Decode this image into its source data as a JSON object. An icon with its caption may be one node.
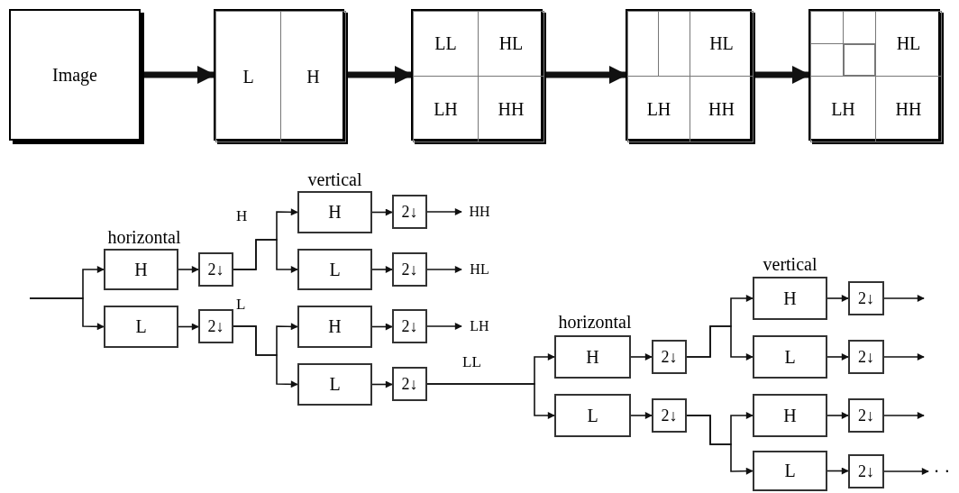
{
  "diagram": {
    "nodes": [
      {
        "text": [
          "Image"
        ]
      },
      {
        "text": [],
        "shape": "box"
      },
      {
        "text": [
          "L"
        ],
        "in": 1
      },
      {
        "text": [
          "H"
        ],
        "in": 1
      },
      {
        "text": [],
        "shape": "box"
      },
      {
        "text": [
          "LL"
        ],
        "in": 4
      },
      {
        "text": [
          "HL"
        ],
        "in": 4
      },
      {
        "text": [
          "LH"
        ],
        "in": 4
      },
      {
        "text": [
          "HH"
        ],
        "in": 4
      },
      {
        "text": [],
        "shape": "box"
      },
      {
        "text": [],
        "shape": "box",
        "in": 9
      },
      {
        "text": [],
        "shape": "box",
        "in": 9
      },
      {
        "text": [
          "HL"
        ],
        "in": 9
      },
      {
        "text": [
          "LH"
        ],
        "in": 9
      },
      {
        "text": [
          "HH"
        ],
        "in": 9
      },
      {
        "text": [],
        "shape": "box"
      },
      {
        "text": [],
        "shape": "box",
        "in": 15
      },
      {
        "text": [],
        "shape": "box",
        "in": 15
      },
      {
        "text": [],
        "shape": "box",
        "in": 15
      },
      {
        "text": [],
        "shape": "box",
        "in": 15
      },
      {
        "text": [
          "HL"
        ],
        "in": 15
      },
      {
        "text": [
          "LH"
        ],
        "in": 15
      },
      {
        "text": [
          "HH"
        ],
        "in": 15
      },
      {
        "text": [
          "H"
        ]
      },
      {
        "text": [
          "L"
        ]
      },
      {
        "text": [
          "2↓"
        ]
      },
      {
        "text": [
          "2↓"
        ]
      },
      {
        "text": [
          "H"
        ]
      },
      {
        "text": [
          "L"
        ]
      },
      {
        "text": [
          "H"
        ]
      },
      {
        "text": [
          "L"
        ]
      },
      {
        "text": [
          "2↓"
        ]
      },
      {
        "text": [
          "2↓"
        ]
      },
      {
        "text": [
          "2↓"
        ]
      },
      {
        "text": [
          "2↓"
        ]
      },
      {
        "text": [
          "HH"
        ]
      },
      {
        "text": [
          "HL"
        ]
      },
      {
        "text": [
          "LH"
        ]
      },
      {
        "text": [
          "H"
        ]
      },
      {
        "text": [
          "L"
        ]
      },
      {
        "text": [
          "2↓"
        ]
      },
      {
        "text": [
          "2↓"
        ]
      },
      {
        "text": [
          "H"
        ]
      },
      {
        "text": [
          "L"
        ]
      },
      {
        "text": [
          "H"
        ]
      },
      {
        "text": [
          "L"
        ]
      },
      {
        "text": [
          "2↓"
        ]
      },
      {
        "text": [
          "2↓"
        ]
      },
      {
        "text": [
          "2↓"
        ]
      },
      {
        "text": [
          "2↓"
        ]
      },
      {
        "text": [
          "· ·"
        ]
      }
    ],
    "edges": [
      {
        "from": 0,
        "to": 1,
        "arrow": "to",
        "style": "thick"
      },
      {
        "from": 1,
        "to": 4,
        "arrow": "to",
        "style": "thick"
      },
      {
        "from": 4,
        "to": 9,
        "arrow": "to",
        "style": "thick"
      },
      {
        "from": 9,
        "to": 15,
        "arrow": "to",
        "style": "thick"
      },
      {
        "from": null,
        "to": 23,
        "arrow": "to"
      },
      {
        "from": null,
        "to": 24,
        "arrow": "to"
      },
      {
        "from": 23,
        "to": 25,
        "arrow": "to"
      },
      {
        "from": 24,
        "to": 26,
        "arrow": "to"
      },
      {
        "from": 25,
        "to": 27,
        "arrow": "to",
        "label": "H"
      },
      {
        "from": 25,
        "to": 28,
        "arrow": "to"
      },
      {
        "from": 26,
        "to": 29,
        "arrow": "to",
        "label": "L"
      },
      {
        "from": 26,
        "to": 30,
        "arrow": "to"
      },
      {
        "from": 27,
        "to": 31,
        "arrow": "to"
      },
      {
        "from": 28,
        "to": 32,
        "arrow": "to"
      },
      {
        "from": 29,
        "to": 33,
        "arrow": "to"
      },
      {
        "from": 30,
        "to": 34,
        "arrow": "to"
      },
      {
        "from": 31,
        "to": 35,
        "arrow": "to"
      },
      {
        "from": 32,
        "to": 36,
        "arrow": "to"
      },
      {
        "from": 33,
        "to": 37,
        "arrow": "to"
      },
      {
        "from": 34,
        "to": 38,
        "arrow": "to",
        "label": "LL"
      },
      {
        "from": 34,
        "to": 39,
        "arrow": "to"
      },
      {
        "from": 38,
        "to": 40,
        "arrow": "to"
      },
      {
        "from": 39,
        "to": 41,
        "arrow": "to"
      },
      {
        "from": 40,
        "to": 42,
        "arrow": "to"
      },
      {
        "from": 40,
        "to": 43,
        "arrow": "to"
      },
      {
        "from": 41,
        "to": 44,
        "arrow": "to"
      },
      {
        "from": 41,
        "to": 45,
        "arrow": "to"
      },
      {
        "from": 42,
        "to": 46,
        "arrow": "to"
      },
      {
        "from": 43,
        "to": 47,
        "arrow": "to"
      },
      {
        "from": 44,
        "to": 48,
        "arrow": "to"
      },
      {
        "from": 45,
        "to": 49,
        "arrow": "to"
      },
      {
        "from": 46,
        "to": null,
        "arrow": "to"
      },
      {
        "from": 47,
        "to": null,
        "arrow": "to"
      },
      {
        "from": 48,
        "to": null,
        "arrow": "to"
      },
      {
        "from": 49,
        "to": 50,
        "arrow": "to"
      }
    ],
    "labels": [
      "vertical",
      "horizontal",
      "vertical",
      "horizontal"
    ]
  }
}
